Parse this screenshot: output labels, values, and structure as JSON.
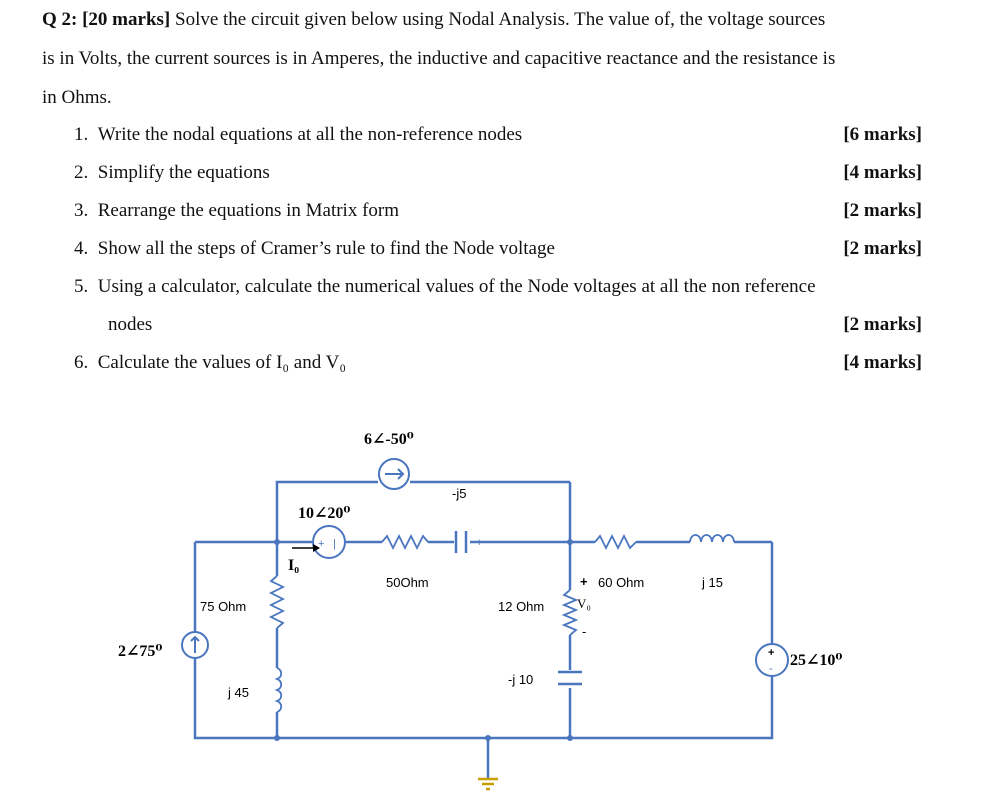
{
  "question": {
    "label": "Q 2:",
    "marks": "[20 marks]",
    "text_line1": "Solve the circuit given below using Nodal Analysis. The value of, the voltage sources",
    "text_line2": "is in Volts, the current sources is in Amperes, the inductive and capacitive reactance and the resistance is",
    "text_line3": "in Ohms."
  },
  "tasks": [
    {
      "num": "1.",
      "text": "Write the nodal equations at all the non-reference nodes",
      "marks": "[6 marks]"
    },
    {
      "num": "2.",
      "text": "Simplify the equations",
      "marks": "[4 marks]"
    },
    {
      "num": "3.",
      "text": "Rearrange the equations in Matrix form",
      "marks": "[2 marks]"
    },
    {
      "num": "4.",
      "text": "Show all the steps of Cramer’s rule to find the Node voltage",
      "marks": "[2 marks]"
    },
    {
      "num": "5.",
      "text": "Using a calculator, calculate the numerical values of the Node voltages at all the non reference",
      "text_cont": "nodes",
      "marks": "[2 marks]"
    },
    {
      "num": "6.",
      "text": "Calculate the values of I₀ and V₀",
      "marks": "[4 marks]"
    }
  ],
  "circuit": {
    "wire_color": "#4a76c0",
    "top_source": "6∠-50⁰",
    "top_cap": "-j5",
    "mid_source": "10∠20⁰",
    "io_label": "I₀",
    "r50": "50Ohm",
    "r75": "75 Ohm",
    "l45": "j 45",
    "left_source": "2∠75⁰",
    "r12": "12 Ohm",
    "cap10": "-j 10",
    "vo_plus": "+",
    "vo_label": "V₀",
    "vo_minus": "-",
    "r60": "60 Ohm",
    "l15": "j 15",
    "right_source": "25∠10⁰"
  }
}
